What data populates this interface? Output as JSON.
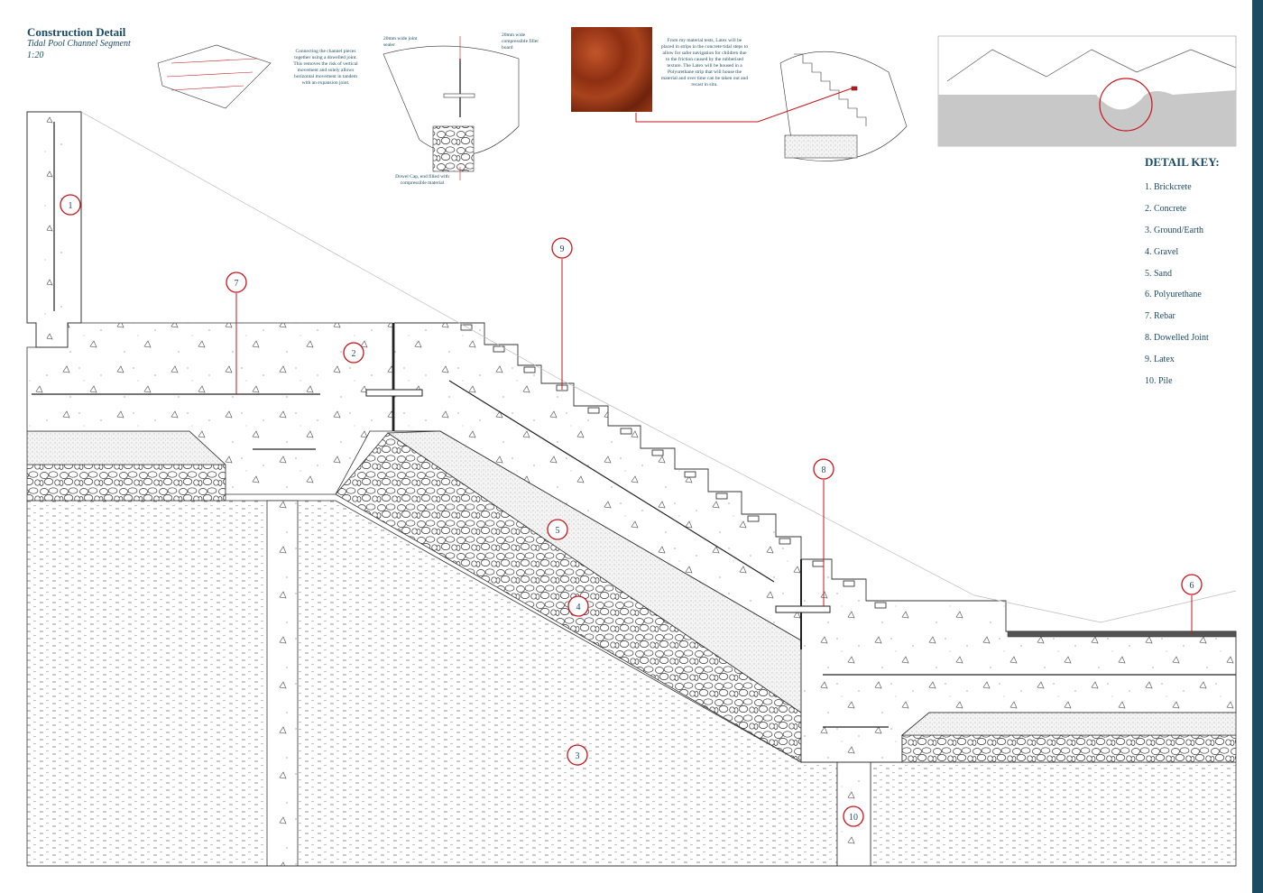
{
  "header": {
    "title": "Construction Detail",
    "subtitle": "Tidal Pool Channel Segment",
    "scale": "1:20"
  },
  "notes": {
    "dowel_joint": "Connecting the channel pieces together using a dowelled joint. This removes the risk of vertical movement and solely allows horizontal movement in tandem with an expansion joint.",
    "joint_sealer": "20mm wide joint sealer",
    "filler_board": "20mm wide compressible filler board",
    "dowel_cap": "Dowel Cap, end filled with compressible material",
    "latex": "From my material tests, Latex will be placed in strips in the concrete tidal steps to allow for safer navigation for children due to the friction caused by the rubberised texture. The Latex will be housed in a Polyurethane strip that will house the material and over time can be taken out and recast in situ."
  },
  "detail_key": {
    "title": "DETAIL KEY:",
    "items": [
      "1. Brickcrete",
      "2. Concrete",
      "3. Ground/Earth",
      "4. Gravel",
      "5. Sand",
      "6. Polyurethane",
      "7. Rebar",
      "8. Dowelled Joint",
      "9. Latex",
      "10. Pile"
    ]
  },
  "markers": [
    "1",
    "2",
    "3",
    "4",
    "5",
    "6",
    "7",
    "8",
    "9",
    "10"
  ],
  "colors": {
    "accent": "#1b4a63",
    "marker": "#c4161c",
    "line": "#333333",
    "latex": "#a8431d"
  }
}
